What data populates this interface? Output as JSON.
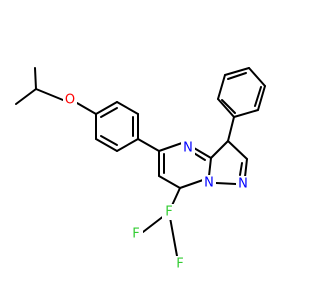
{
  "molecule": {
    "atoms": [
      {
        "id": "o_ether",
        "label": "O",
        "color": "#ff0000"
      },
      {
        "id": "n_ring",
        "label": "N",
        "color": "#0000ff"
      },
      {
        "id": "n_bridge",
        "label": "N",
        "color": "#0000ff"
      },
      {
        "id": "n_pyraz",
        "label": "N",
        "color": "#0000ff"
      },
      {
        "id": "f_top",
        "label": "F",
        "color": "#33cc33"
      },
      {
        "id": "f_left",
        "label": "F",
        "color": "#33cc33"
      },
      {
        "id": "f_right",
        "label": "F",
        "color": "#33cc33"
      }
    ],
    "bond_color": "#000000"
  }
}
